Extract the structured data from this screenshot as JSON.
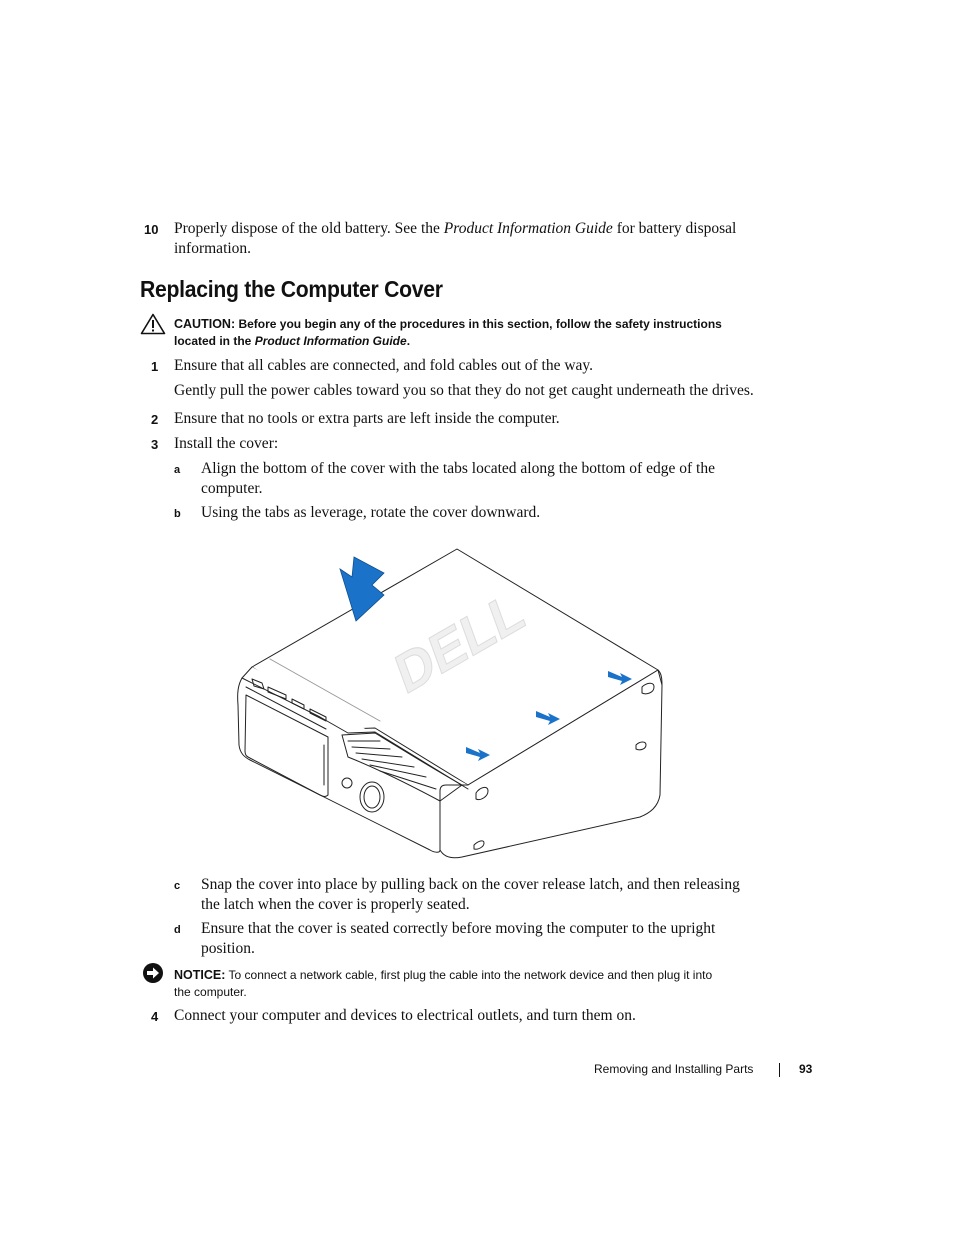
{
  "step10": {
    "num": "10",
    "line1_a": "Properly dispose of the old battery. See the ",
    "line1_italic": "Product Information Guide",
    "line1_b": " for battery disposal",
    "line2": "information."
  },
  "section_title": "Replacing the Computer Cover",
  "caution": {
    "label": "CAUTION:",
    "text_a": " Before you begin any of the procedures in this section, follow the safety instructions",
    "text_b": "located in the ",
    "text_italic": "Product Information Guide",
    "text_end": "."
  },
  "steps": [
    {
      "num": "1",
      "text": "Ensure that all cables are connected, and fold cables out of the way.",
      "extra": "Gently pull the power cables toward you so that they do not get caught underneath the drives."
    },
    {
      "num": "2",
      "text": "Ensure that no tools or extra parts are left inside the computer."
    },
    {
      "num": "3",
      "text": "Install the cover:"
    },
    {
      "num": "4",
      "text": "Connect your computer and devices to electrical outlets, and turn them on."
    }
  ],
  "substeps": [
    {
      "letter": "a",
      "line1": "Align the bottom of the cover with the tabs located along the bottom of edge of the",
      "line2": "computer."
    },
    {
      "letter": "b",
      "line1": "Using the tabs as leverage, rotate the cover downward."
    },
    {
      "letter": "c",
      "line1": "Snap the cover into place by pulling back on the cover release latch, and then releasing",
      "line2": "the latch when the cover is properly seated."
    },
    {
      "letter": "d",
      "line1": "Ensure that the cover is seated correctly before moving the computer to the upright",
      "line2": "position."
    }
  ],
  "notice": {
    "label": "NOTICE:",
    "line1": " To connect a network cable, first plug the cable into the network device and then plug it into",
    "line2": "the computer."
  },
  "illustration": {
    "logo_text": "DELL",
    "accent_color": "#1a73c8"
  },
  "footer": {
    "section": "Removing and Installing Parts",
    "page": "93"
  }
}
